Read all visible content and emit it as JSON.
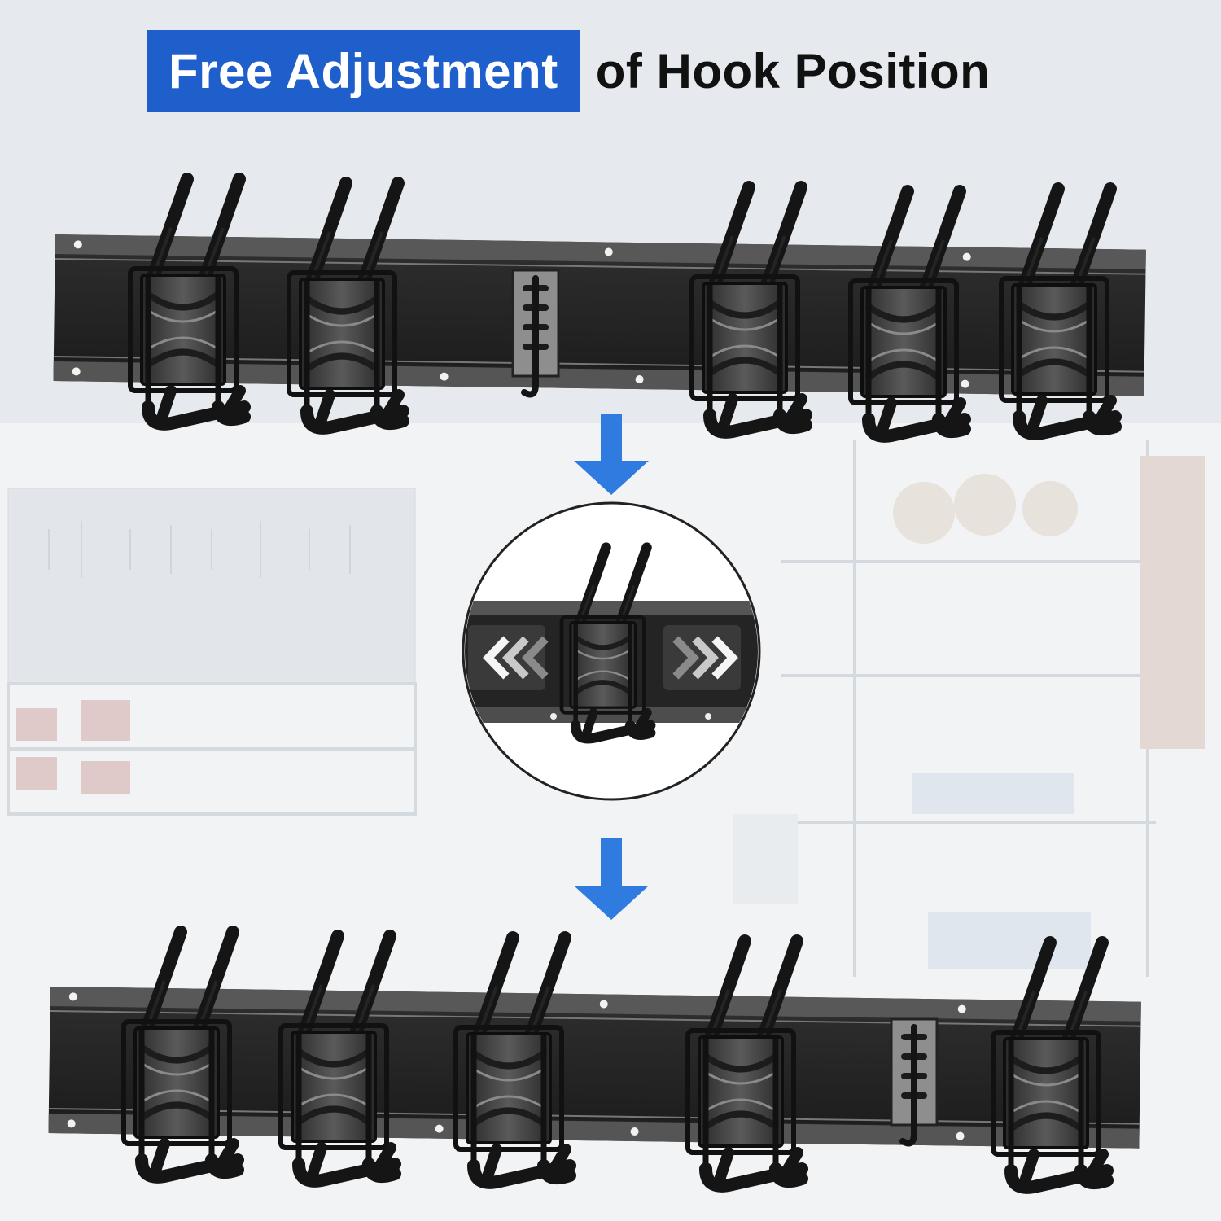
{
  "headline": {
    "highlight": "Free Adjustment",
    "rest": "of Hook Position"
  },
  "colors": {
    "highlight_bg": "#1f5fcc",
    "arrow": "#2f7be0",
    "rail": "#2b2b2b",
    "hook": "#141414",
    "background": "#eef1f4"
  },
  "icons": {
    "direction_arrows": [
      "arrow-down-icon",
      "arrow-down-icon"
    ],
    "slide_indicator_left": "chevron-left-icon",
    "slide_indicator_right": "chevron-right-icon"
  },
  "racks": {
    "top": {
      "hook_count": 5,
      "small_hook_count": 1
    },
    "bottom": {
      "hook_count": 5,
      "small_hook_count": 1
    }
  }
}
